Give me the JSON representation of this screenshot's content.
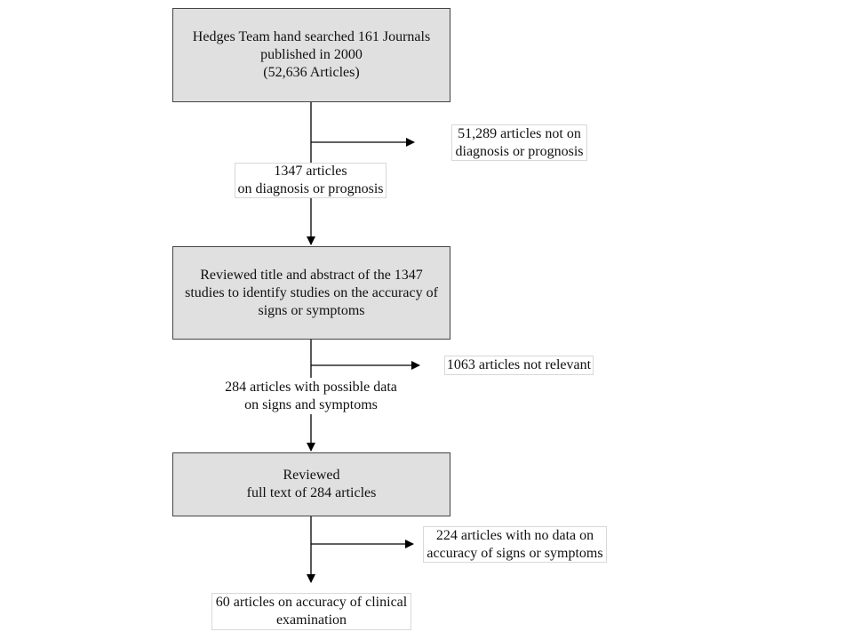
{
  "boxes": {
    "step1": [
      "Hedges Team hand searched 161 Journals",
      "published in 2000",
      "(52,636 Articles)"
    ],
    "step2": [
      "Reviewed title and abstract of the 1347",
      "studies to identify studies on the accuracy of",
      "signs or symptoms"
    ],
    "step3": [
      "Reviewed",
      "full text of 284 articles"
    ]
  },
  "flow_labels": {
    "after_step1": [
      "1347 articles",
      "on diagnosis or prognosis"
    ],
    "after_step2": [
      "284 articles with possible data",
      "on signs and symptoms"
    ],
    "final": [
      "60 articles on accuracy of clinical",
      "examination"
    ]
  },
  "exclusions": {
    "excl1": [
      "51,289 articles not on",
      "diagnosis or prognosis"
    ],
    "excl2": [
      "1063 articles not relevant"
    ],
    "excl3": [
      "224 articles with no data on",
      "accuracy of signs or symptoms"
    ]
  },
  "colors": {
    "box_fill": "#e0e0e0",
    "line": "#000000"
  }
}
